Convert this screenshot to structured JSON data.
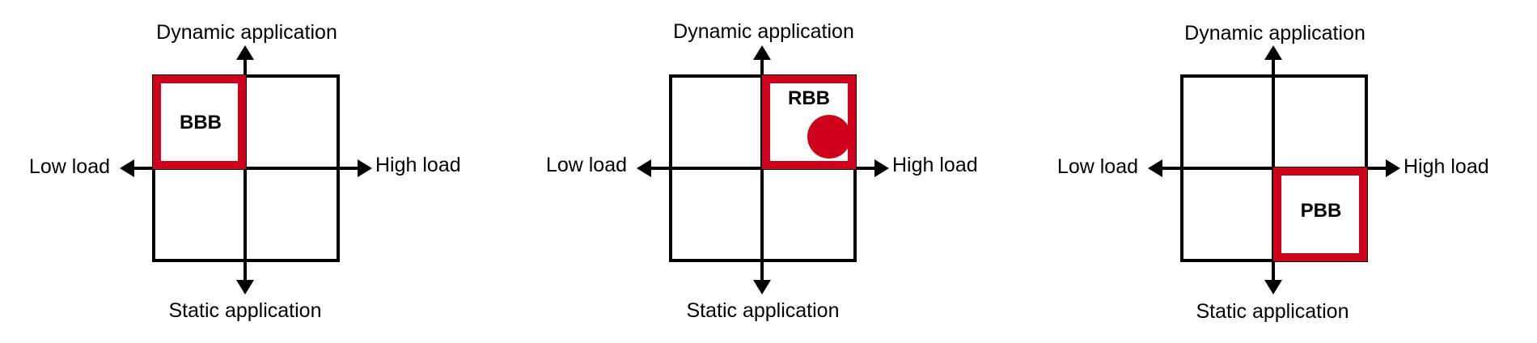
{
  "colors": {
    "line": "#000000",
    "highlight": "#d0021b"
  },
  "diagrams": [
    {
      "id": "bbb",
      "highlight_quadrant": "top-left",
      "quadrant_label": "BBB",
      "has_dot": false,
      "labels": {
        "top": "Dynamic application",
        "bottom": "Static application",
        "left": "Low load",
        "right": "High load"
      }
    },
    {
      "id": "rbb",
      "highlight_quadrant": "top-right",
      "quadrant_label": "RBB",
      "has_dot": true,
      "labels": {
        "top": "Dynamic application",
        "bottom": "Static application",
        "left": "Low load",
        "right": "High load"
      }
    },
    {
      "id": "pbb",
      "highlight_quadrant": "bottom-right",
      "quadrant_label": "PBB",
      "has_dot": false,
      "labels": {
        "top": "Dynamic application",
        "bottom": "Static application",
        "left": "Low load",
        "right": "High load"
      }
    }
  ]
}
